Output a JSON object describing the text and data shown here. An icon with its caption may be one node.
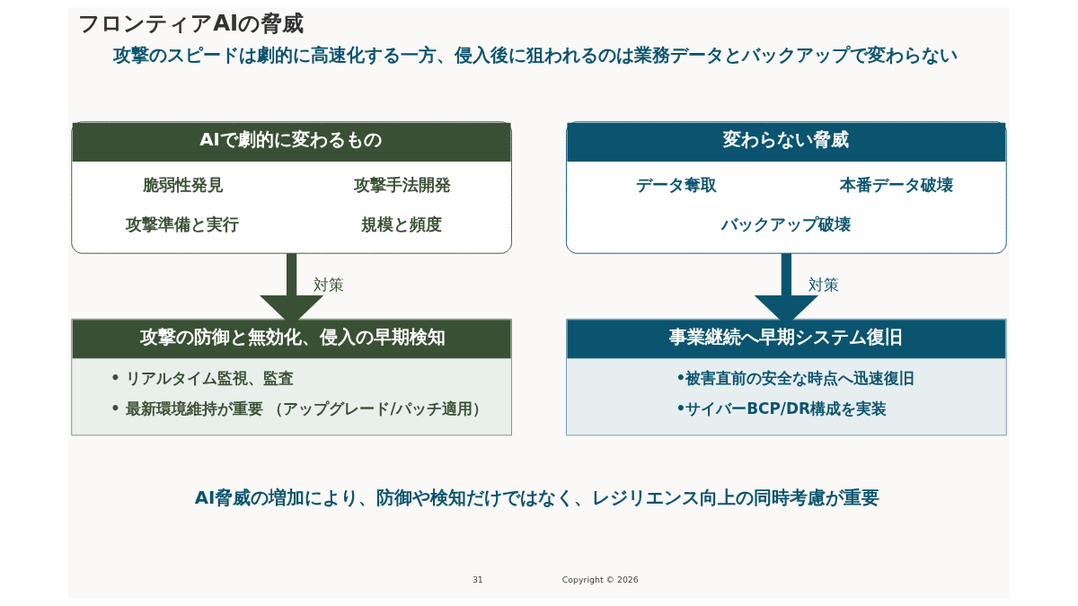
{
  "diagram": {
    "title": "フロンティアAIの脅威",
    "nodes": [
      {
        "text": [
          "AIで劇的に変わるもの",
          "脆弱性発見",
          "攻撃手法開発",
          "攻撃準備と実行",
          "規模と頻度"
        ]
      },
      {
        "text": [
          "変わらない脅威",
          "データ奪取",
          "本番データ破壊",
          "バックアップ破壊"
        ]
      },
      {
        "text": [
          "攻撃の防御と無効化、侵入の早期検知",
          "• リアルタイム監視、監査",
          "• 最新環境維持が重要 （アップグレード/パッチ適用）"
        ]
      },
      {
        "text": [
          "事業継続へ早期システム復旧",
          "•被害直前の安全な時点へ迅速復旧",
          "•サイバーBCP/DR構成を実装"
        ]
      }
    ],
    "edges": [
      {
        "from": 0,
        "to": 2,
        "arrow": "to",
        "label": "対策",
        "color": "#3a5035"
      },
      {
        "from": 1,
        "to": 3,
        "arrow": "to",
        "label": "対策",
        "color": "#0b5470"
      }
    ],
    "labels": [
      "攻撃のスピードは劇的に高速化する一方、侵入後に狙われるのは業務データとバックアップで変わらない",
      "AI脅威の増加により、防御や検知だけではなく、レジリエンス向上の同時考慮が重要",
      "31",
      "Copyright © 2026"
    ]
  }
}
